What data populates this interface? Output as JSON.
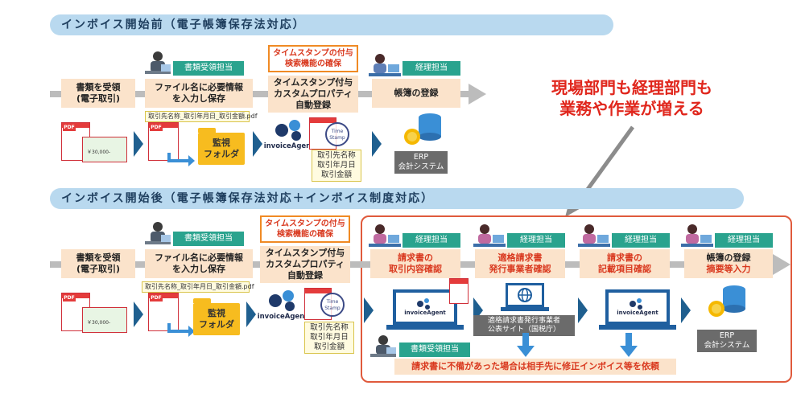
{
  "before": {
    "title": "インボイス開始前（電子帳簿保存法対応）",
    "roles": {
      "reception": "書類受領担当",
      "accounting": "経理担当"
    },
    "timestamp_box": [
      "タイムスタンプの付与",
      "検索機能の確保"
    ],
    "steps": {
      "receive": [
        "書類を受領",
        "(電子取引)"
      ],
      "filename": [
        "ファイル名に必要情報",
        "を入力し保存"
      ],
      "timestamp": [
        "タイムスタンプ付与",
        "カスタムプロパティ",
        "自動登録"
      ],
      "ledger": "帳簿の登録"
    },
    "filename_example": "取引先名称_取引年月日_取引金額.pdf",
    "folder_label": [
      "監視",
      "フォルダ"
    ],
    "invoice_agent": "invoiceAgent",
    "meta": [
      "取引先名称",
      "取引年月日",
      "取引金額"
    ],
    "erp": [
      "ERP",
      "会計システム"
    ]
  },
  "after": {
    "title": "インボイス開始後（電子帳簿保存法対応＋インボイス制度対応）",
    "roles": {
      "reception": "書類受領担当",
      "accounting": "経理担当"
    },
    "timestamp_box": [
      "タイムスタンプの付与",
      "検索機能の確保"
    ],
    "steps": {
      "receive": [
        "書類を受領",
        "(電子取引)"
      ],
      "filename": [
        "ファイル名に必要情報",
        "を入力し保存"
      ],
      "timestamp": [
        "タイムスタンプ付与",
        "カスタムプロパティ",
        "自動登録"
      ],
      "check1": [
        "請求書の",
        "取引内容確認"
      ],
      "check2": [
        "適格請求書",
        "発行事業者確認"
      ],
      "check3": [
        "請求書の",
        "記載項目確認"
      ],
      "ledger": [
        "帳簿の登録",
        "摘要等入力"
      ]
    },
    "filename_example": "取引先名称_取引年月日_取引金額.pdf",
    "folder_label": [
      "監視",
      "フォルダ"
    ],
    "invoice_agent": "invoiceAgent",
    "meta": [
      "取引先名称",
      "取引年月日",
      "取引金額"
    ],
    "gov_site": [
      "適格請求書発行事業者",
      "公表サイト（国税庁）"
    ],
    "erp": [
      "ERP",
      "会計システム"
    ],
    "notice": "請求書に不備があった場合は相手先に修正インボイス等を依頼"
  },
  "callout": [
    "現場部門も経理部門も",
    "業務や作業が増える"
  ],
  "doc_labels": {
    "pdf": "PDF",
    "amount": "￥30,000-"
  },
  "stamp_text": [
    "Time",
    "Stamp"
  ],
  "colors": {
    "accent_red": "#e0261c",
    "role_green": "#2aa38e",
    "step_peach": "#fbe3cb",
    "section_blue": "#b9d9ef",
    "chevron_navy": "#1f5f8f",
    "folder_yellow": "#f7bc1f"
  }
}
